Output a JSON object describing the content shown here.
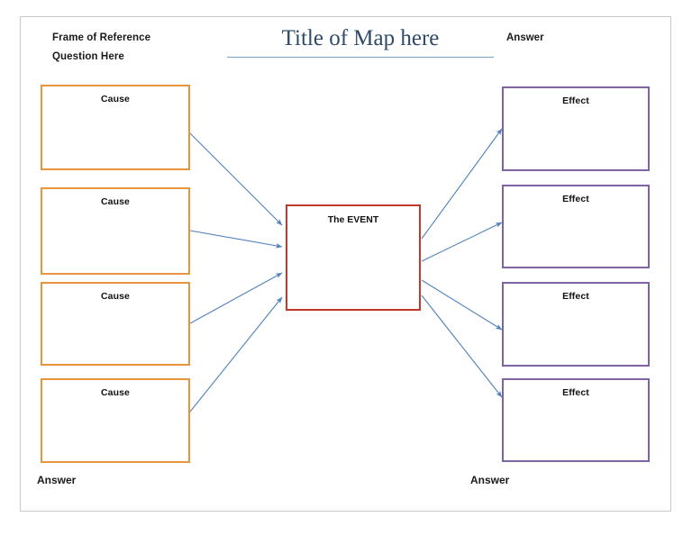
{
  "page": {
    "title_block": {
      "title": "Title of Map here"
    },
    "frame_of_reference": {
      "line1": "Frame of Reference",
      "line2": "Question Here"
    },
    "answers": {
      "top_right": "Answer",
      "bottom_left": "Answer",
      "bottom_right": "Answer"
    },
    "causes": [
      {
        "label": "Cause"
      },
      {
        "label": "Cause"
      },
      {
        "label": "Cause"
      },
      {
        "label": "Cause"
      }
    ],
    "event": {
      "label": "The EVENT"
    },
    "effects": [
      {
        "label": "Effect"
      },
      {
        "label": "Effect"
      },
      {
        "label": "Effect"
      },
      {
        "label": "Effect"
      }
    ],
    "colors": {
      "cause_border": "#E8943A",
      "effect_border": "#8064A2",
      "event_border": "#C0392B",
      "arrow": "#4F81BD",
      "title_text": "#2E4A66",
      "title_underline": "#7D9FC4",
      "page_frame": "#C9C9C9",
      "background": "#FFFFFF"
    }
  }
}
